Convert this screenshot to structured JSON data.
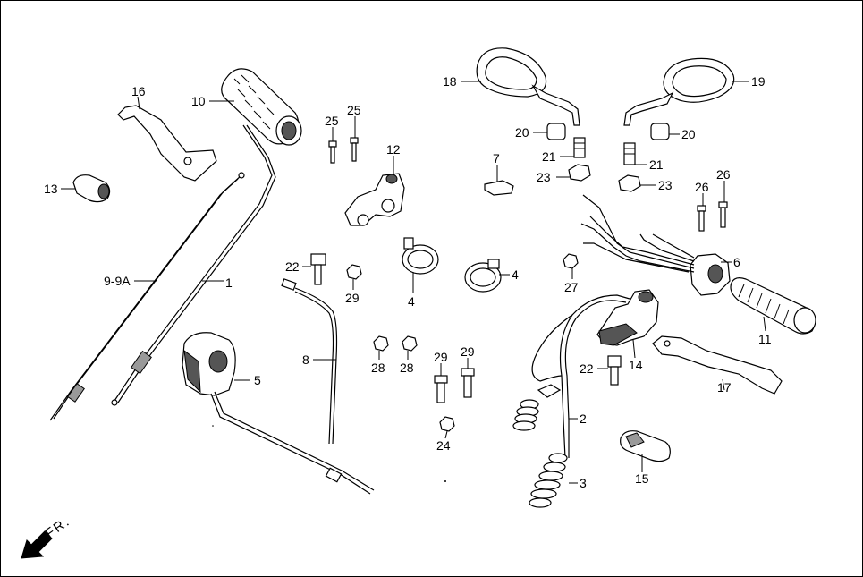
{
  "diagram": {
    "labels": [
      {
        "id": "16",
        "text": "16"
      },
      {
        "id": "10",
        "text": "10"
      },
      {
        "id": "13",
        "text": "13"
      },
      {
        "id": "9-9A",
        "text": "9-9A"
      },
      {
        "id": "1",
        "text": "1"
      },
      {
        "id": "5",
        "text": "5"
      },
      {
        "id": "25a",
        "text": "25"
      },
      {
        "id": "25b",
        "text": "25"
      },
      {
        "id": "12",
        "text": "12"
      },
      {
        "id": "22a",
        "text": "22"
      },
      {
        "id": "29a",
        "text": "29"
      },
      {
        "id": "4a",
        "text": "4"
      },
      {
        "id": "8",
        "text": "8"
      },
      {
        "id": "28a",
        "text": "28"
      },
      {
        "id": "28b",
        "text": "28"
      },
      {
        "id": "29b",
        "text": "29"
      },
      {
        "id": "29c",
        "text": "29"
      },
      {
        "id": "24",
        "text": "24"
      },
      {
        "id": "18",
        "text": "18"
      },
      {
        "id": "20a",
        "text": "20"
      },
      {
        "id": "21a",
        "text": "21"
      },
      {
        "id": "23a",
        "text": "23"
      },
      {
        "id": "7",
        "text": "7"
      },
      {
        "id": "4b",
        "text": "4"
      },
      {
        "id": "27",
        "text": "27"
      },
      {
        "id": "19",
        "text": "19"
      },
      {
        "id": "20b",
        "text": "20"
      },
      {
        "id": "21b",
        "text": "21"
      },
      {
        "id": "23b",
        "text": "23"
      },
      {
        "id": "26a",
        "text": "26"
      },
      {
        "id": "26b",
        "text": "26"
      },
      {
        "id": "6",
        "text": "6"
      },
      {
        "id": "11",
        "text": "11"
      },
      {
        "id": "22b",
        "text": "22"
      },
      {
        "id": "14",
        "text": "14"
      },
      {
        "id": "17",
        "text": "17"
      },
      {
        "id": "2",
        "text": "2"
      },
      {
        "id": "3",
        "text": "3"
      },
      {
        "id": "15",
        "text": "15"
      }
    ],
    "direction_label": "FR."
  }
}
